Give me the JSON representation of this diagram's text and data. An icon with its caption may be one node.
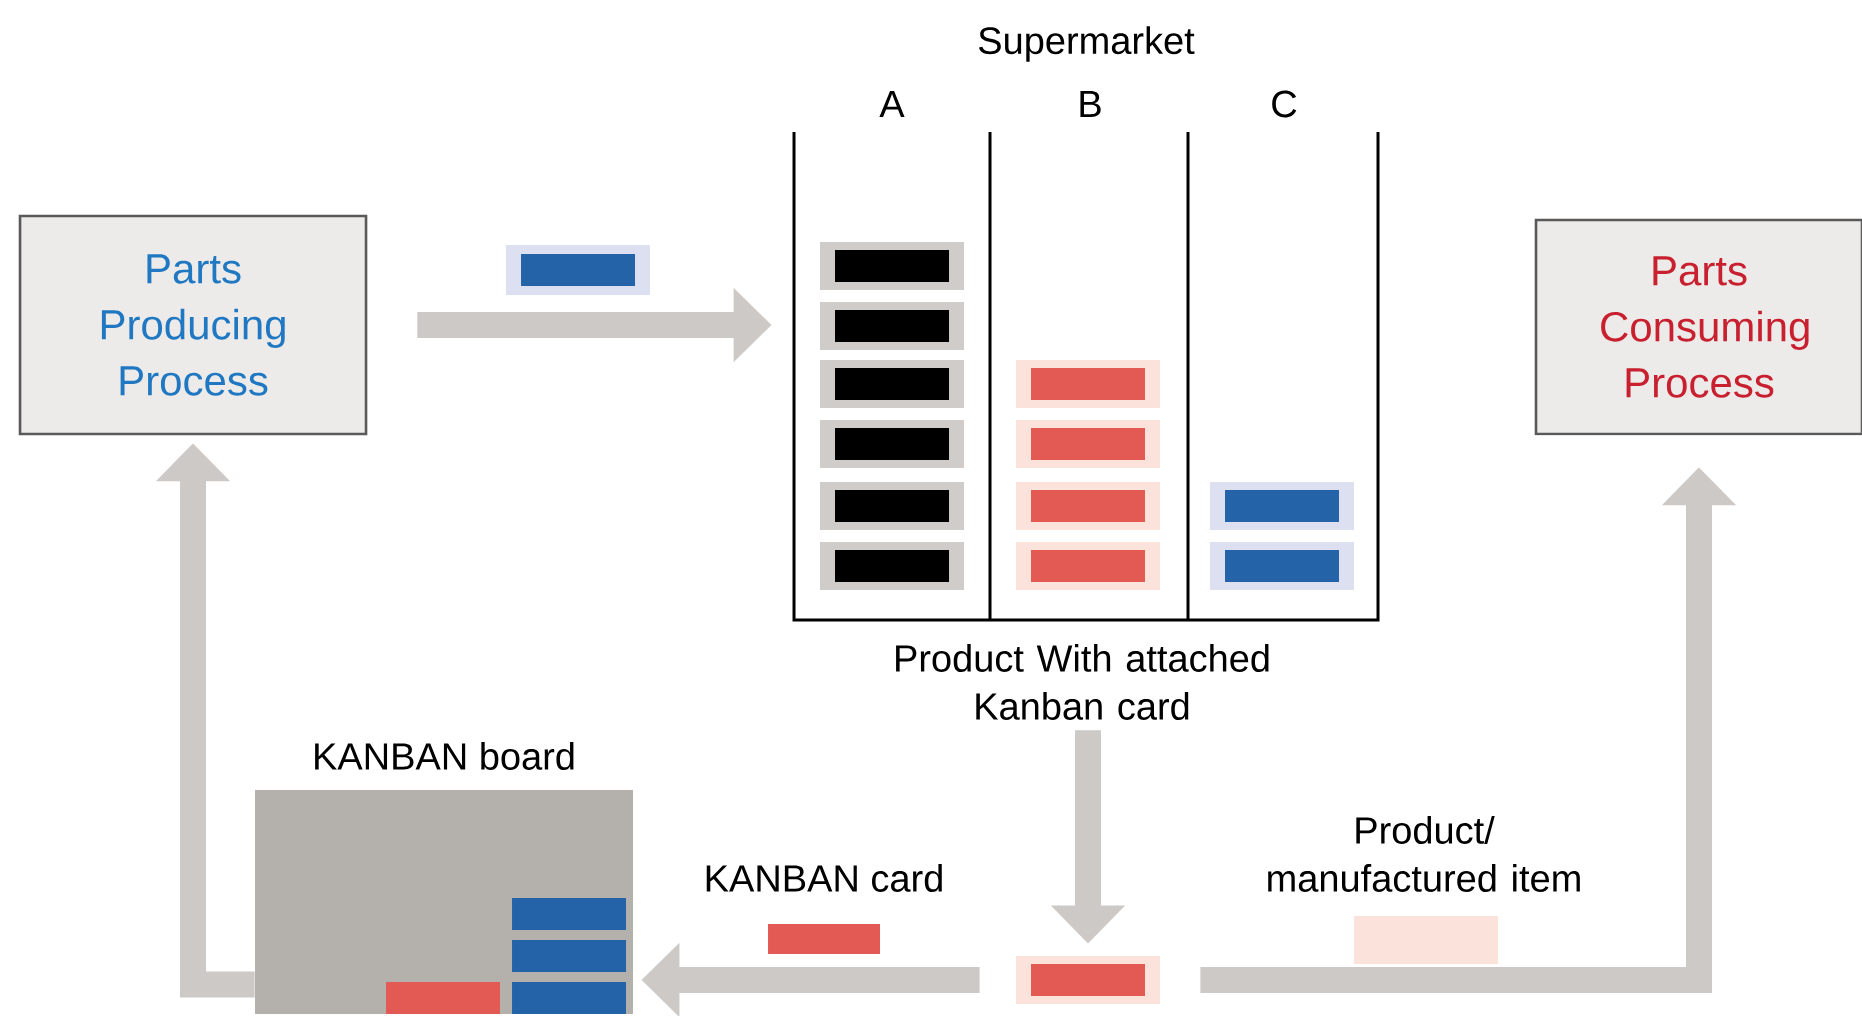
{
  "diagram": {
    "nodes": [
      {
        "text": [
          "Parts Producing Process"
        ]
      },
      {
        "text": [
          "Supermarket"
        ]
      },
      {
        "text": [
          "Parts Consuming Process"
        ]
      },
      {
        "text": [
          "KANBAN board"
        ]
      },
      {
        "text": [
          "Product With attached Kanban card"
        ]
      },
      {
        "text": [],
        "shape": "box"
      }
    ],
    "edges": [
      {
        "from": 0,
        "to": 1,
        "arrow": "to"
      },
      {
        "from": 3,
        "to": 0,
        "arrow": "to"
      },
      {
        "from": 4,
        "to": 5,
        "arrow": "to"
      },
      {
        "from": 5,
        "to": 3,
        "arrow": "to"
      },
      {
        "from": 5,
        "to": 2,
        "arrow": "to"
      }
    ],
    "labels": [
      "A",
      "B",
      "C",
      "KANBAN card",
      "Product/ manufactured item"
    ]
  }
}
